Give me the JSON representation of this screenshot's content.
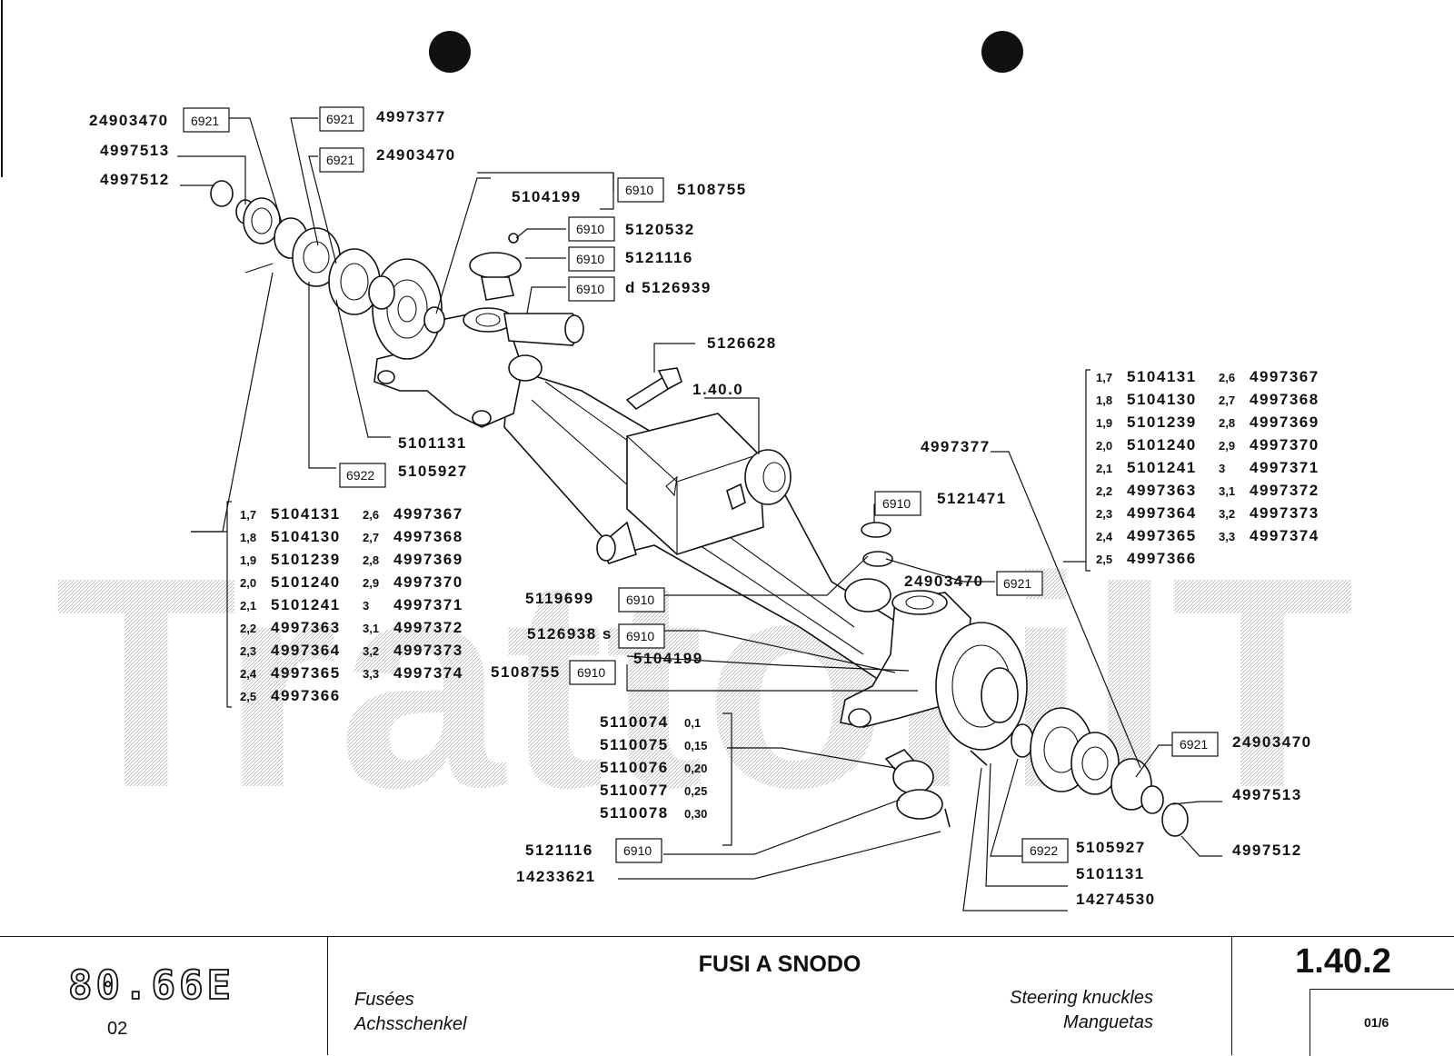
{
  "callouts": {
    "c01": "24903470",
    "b01": "6921",
    "b02": "6921",
    "c02": "4997377",
    "c03": "4997513",
    "b03": "6921",
    "c04": "24903470",
    "c05": "4997512",
    "c06": "5104199",
    "b04": "6910",
    "c07": "5108755",
    "b05": "6910",
    "c08": "5120532",
    "b06": "6910",
    "c09": "5121116",
    "b07": "6910",
    "c10": "d 5126939",
    "c11": "5126628",
    "c12": "1.40.0",
    "c13": "5101131",
    "b08": "6922",
    "c14": "5105927",
    "c15": "4997377",
    "b09": "6910",
    "c16": "5121471",
    "c17": "24903470",
    "b10": "6921",
    "c18": "5119699",
    "b11": "6910",
    "c19": "5126938 s",
    "b12": "6910",
    "c20": "5108755",
    "b13": "6910",
    "c21": "5104199",
    "b14": "6921",
    "c22": "24903470",
    "c23": "4997513",
    "c24": "4997512",
    "c25": "5121116",
    "b15": "6910",
    "c26": "14233621",
    "b16": "6922",
    "c27": "5105927",
    "c28": "5101131",
    "c29": "14274530"
  },
  "shim_table_left": {
    "col1": [
      {
        "size": "1,7",
        "part": "5104131"
      },
      {
        "size": "1,8",
        "part": "5104130"
      },
      {
        "size": "1,9",
        "part": "5101239"
      },
      {
        "size": "2,0",
        "part": "5101240"
      },
      {
        "size": "2,1",
        "part": "5101241"
      },
      {
        "size": "2,2",
        "part": "4997363"
      },
      {
        "size": "2,3",
        "part": "4997364"
      },
      {
        "size": "2,4",
        "part": "4997365"
      },
      {
        "size": "2,5",
        "part": "4997366"
      }
    ],
    "col2": [
      {
        "size": "2,6",
        "part": "4997367"
      },
      {
        "size": "2,7",
        "part": "4997368"
      },
      {
        "size": "2,8",
        "part": "4997369"
      },
      {
        "size": "2,9",
        "part": "4997370"
      },
      {
        "size": "3",
        "part": "4997371"
      },
      {
        "size": "3,1",
        "part": "4997372"
      },
      {
        "size": "3,2",
        "part": "4997373"
      },
      {
        "size": "3,3",
        "part": "4997374"
      }
    ]
  },
  "shim_table_right": {
    "col1": [
      {
        "size": "1,7",
        "part": "5104131"
      },
      {
        "size": "1,8",
        "part": "5104130"
      },
      {
        "size": "1,9",
        "part": "5101239"
      },
      {
        "size": "2,0",
        "part": "5101240"
      },
      {
        "size": "2,1",
        "part": "5101241"
      },
      {
        "size": "2,2",
        "part": "4997363"
      },
      {
        "size": "2,3",
        "part": "4997364"
      },
      {
        "size": "2,4",
        "part": "4997365"
      },
      {
        "size": "2,5",
        "part": "4997366"
      }
    ],
    "col2": [
      {
        "size": "2,6",
        "part": "4997367"
      },
      {
        "size": "2,7",
        "part": "4997368"
      },
      {
        "size": "2,8",
        "part": "4997369"
      },
      {
        "size": "2,9",
        "part": "4997370"
      },
      {
        "size": "3",
        "part": "4997371"
      },
      {
        "size": "3,1",
        "part": "4997372"
      },
      {
        "size": "3,2",
        "part": "4997373"
      },
      {
        "size": "3,3",
        "part": "4997374"
      }
    ]
  },
  "shim_table_mid": [
    {
      "part": "5110074",
      "size": "0,1"
    },
    {
      "part": "5110075",
      "size": "0,15"
    },
    {
      "part": "5110076",
      "size": "0,20"
    },
    {
      "part": "5110077",
      "size": "0,25"
    },
    {
      "part": "5110078",
      "size": "0,30"
    }
  ],
  "watermark": "TrattoriIT",
  "footer": {
    "model": "80.66E",
    "model_sub": "02",
    "title_it": "FUSI A SNODO",
    "title_fr": "Fusées",
    "title_de": "Achsschenkel",
    "title_en": "Steering knuckles",
    "title_es": "Manguetas",
    "section": "1.40.2",
    "sheet": "01/6"
  }
}
